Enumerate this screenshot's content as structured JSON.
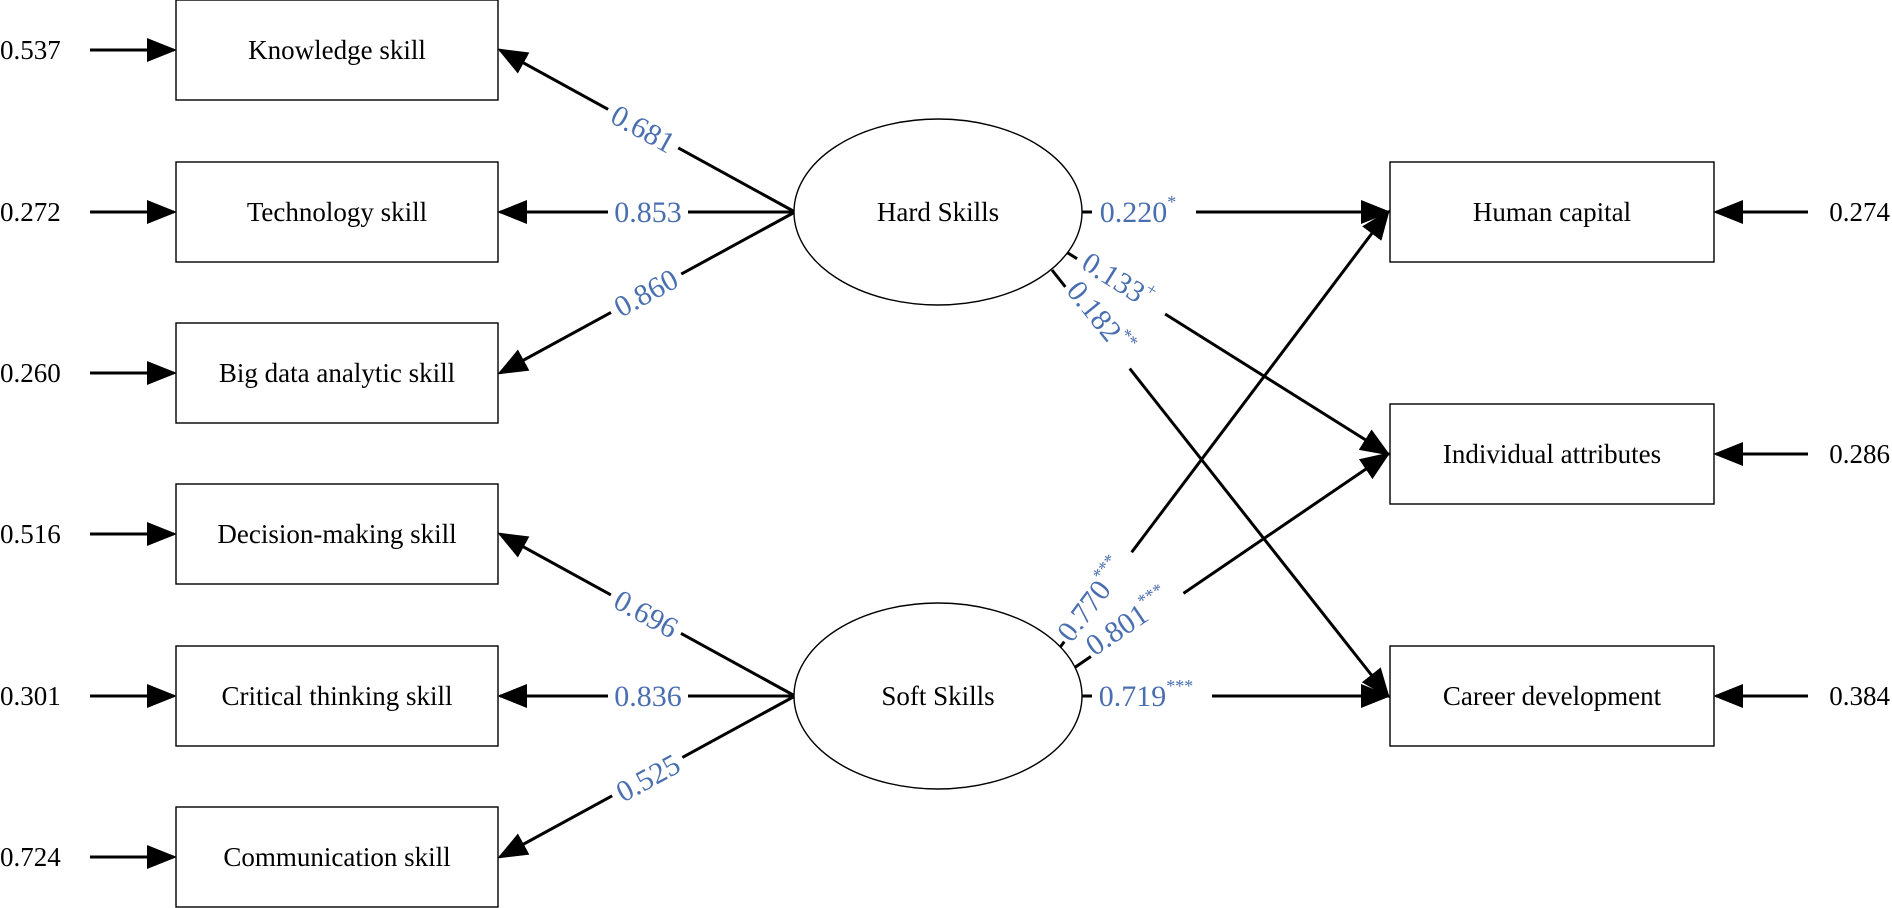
{
  "colors": {
    "coefficient": "#4a6fb0",
    "line": "#000000"
  },
  "indicators": [
    {
      "id": "knowledge",
      "label": "Knowledge skill",
      "error": "0.537",
      "loading": "0.681"
    },
    {
      "id": "technology",
      "label": "Technology skill",
      "error": "0.272",
      "loading": "0.853"
    },
    {
      "id": "bigdata",
      "label": "Big data analytic skill",
      "error": "0.260",
      "loading": "0.860"
    },
    {
      "id": "decision",
      "label": "Decision-making skill",
      "error": "0.516",
      "loading": "0.696"
    },
    {
      "id": "critical",
      "label": "Critical thinking skill",
      "error": "0.301",
      "loading": "0.836"
    },
    {
      "id": "communication",
      "label": "Communication skill",
      "error": "0.724",
      "loading": "0.525"
    }
  ],
  "latents": [
    {
      "id": "hard",
      "label": "Hard Skills"
    },
    {
      "id": "soft",
      "label": "Soft Skills"
    }
  ],
  "outcomes": [
    {
      "id": "human",
      "label": "Human capital",
      "error": "0.274"
    },
    {
      "id": "individual",
      "label": "Individual attributes",
      "error": "0.286"
    },
    {
      "id": "career",
      "label": "Career development",
      "error": "0.384"
    }
  ],
  "paths": [
    {
      "from": "hard",
      "to": "human",
      "coef": "0.220",
      "sig": "*"
    },
    {
      "from": "hard",
      "to": "individual",
      "coef": "0.133",
      "sig": "+"
    },
    {
      "from": "hard",
      "to": "career",
      "coef": "0.182",
      "sig": "**"
    },
    {
      "from": "soft",
      "to": "human",
      "coef": "0.770",
      "sig": "***"
    },
    {
      "from": "soft",
      "to": "individual",
      "coef": "0.801",
      "sig": "***"
    },
    {
      "from": "soft",
      "to": "career",
      "coef": "0.719",
      "sig": "***"
    }
  ]
}
